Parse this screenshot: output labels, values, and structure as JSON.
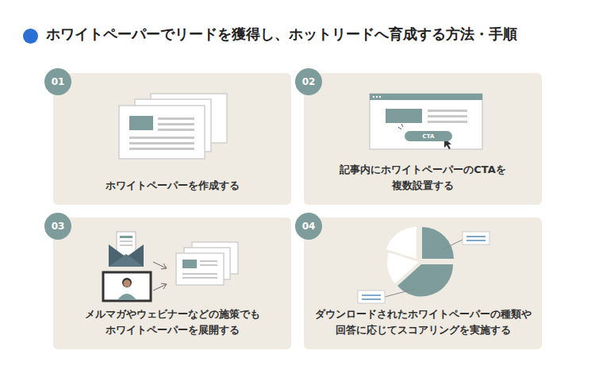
{
  "diagram": {
    "title": "ホワイトペーパーでリードを獲得し、ホットリードへ育成する方法・手順",
    "nodes": [
      {
        "text": [
          "ホワイトペーパーを作成する"
        ]
      },
      {
        "text": [
          "01"
        ],
        "in": 0
      },
      {
        "text": [
          "記事内にホワイトペーパーのCTAを 複数設置する"
        ]
      },
      {
        "text": [
          "02"
        ],
        "in": 2
      },
      {
        "text": [
          "CTA"
        ],
        "in": 2
      },
      {
        "text": [
          "メルマガやウェビナーなどの施策でも ホワイトペーパーを展開する"
        ]
      },
      {
        "text": [
          "03"
        ],
        "in": 5
      },
      {
        "text": [
          "ダウンロードされたホワイトペーパーの種類や 回答に応じてスコアリングを実施する"
        ]
      },
      {
        "text": [
          "04"
        ],
        "in": 7
      }
    ]
  }
}
